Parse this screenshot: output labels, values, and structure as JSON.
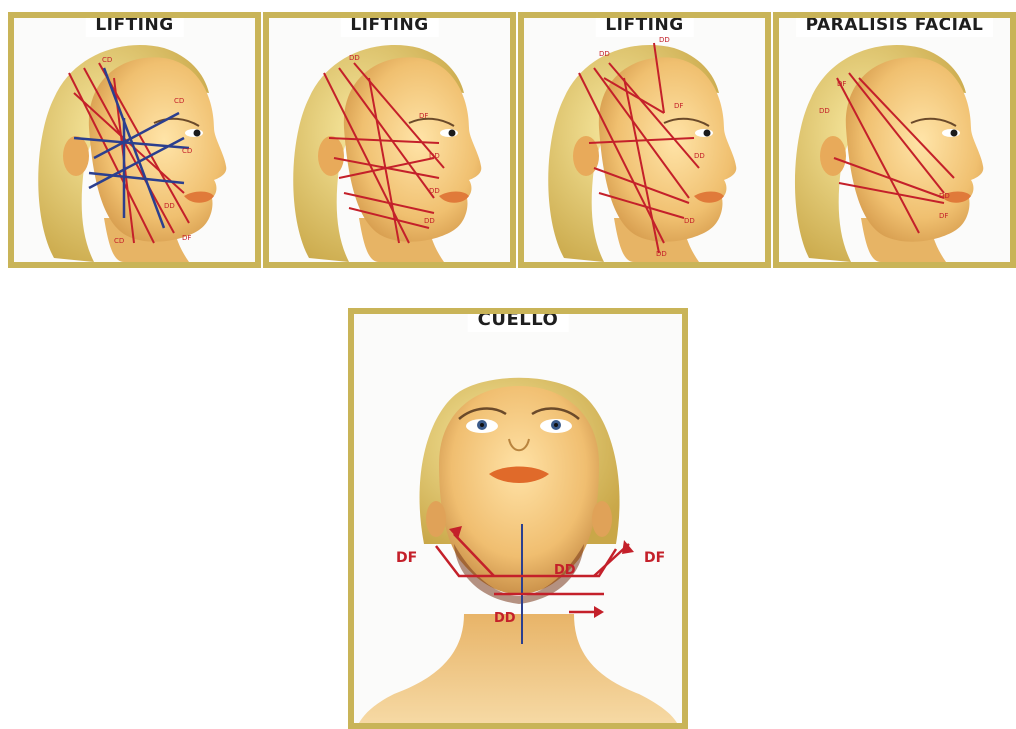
{
  "panels": [
    {
      "title": "LIFTING"
    },
    {
      "title": "LIFTING"
    },
    {
      "title": "LIFTING"
    },
    {
      "title": "PARALISIS FACIAL"
    },
    {
      "title": "CUELLO"
    }
  ],
  "labels": {
    "dd": "DD",
    "df": "DF",
    "cd": "CD"
  },
  "colors": {
    "frame": "#c9b458",
    "red_thread": "#c4202a",
    "blue_thread": "#2b3f8f",
    "skin": "#f0c070",
    "hair": "#e6cc6a"
  }
}
